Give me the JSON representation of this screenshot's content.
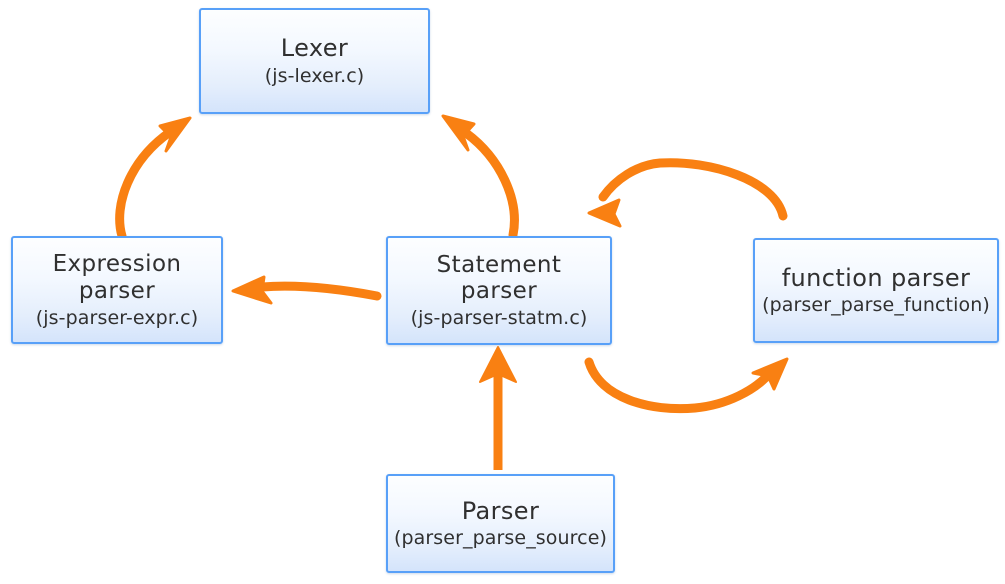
{
  "diagram": {
    "type": "flow-diagram",
    "background_color": "#ffffff",
    "node_border_color": "#58a0f8",
    "node_fill_top_color": "#fdfeff",
    "node_fill_bottom_color": "#d4e4fb",
    "arrow_color": "#f98012",
    "text_color": "#303030",
    "nodes": [
      {
        "id": "lexer",
        "title": "Lexer",
        "subtitle": "(js-lexer.c)"
      },
      {
        "id": "expression_parser",
        "title": "Expression\nparser",
        "subtitle": "(js-parser-expr.c)"
      },
      {
        "id": "statement_parser",
        "title": "Statement\nparser",
        "subtitle": "(js-parser-statm.c)"
      },
      {
        "id": "function_parser",
        "title": "function parser",
        "subtitle": "(parser_parse_function)"
      },
      {
        "id": "parser",
        "title": "Parser",
        "subtitle": "(parser_parse_source)"
      }
    ],
    "edges": [
      {
        "id": "expression-to-lexer",
        "from": "expression_parser",
        "to": "lexer",
        "style": "curved",
        "label": ""
      },
      {
        "id": "statement-to-lexer",
        "from": "statement_parser",
        "to": "lexer",
        "style": "curved",
        "label": ""
      },
      {
        "id": "statement-to-expression",
        "from": "statement_parser",
        "to": "expression_parser",
        "style": "curved",
        "label": ""
      },
      {
        "id": "function-to-statement",
        "from": "function_parser",
        "to": "statement_parser",
        "style": "arc-over",
        "label": ""
      },
      {
        "id": "statement-to-function",
        "from": "statement_parser",
        "to": "function_parser",
        "style": "arc-under",
        "label": ""
      },
      {
        "id": "parser-to-statement",
        "from": "parser",
        "to": "statement_parser",
        "style": "straight",
        "label": ""
      }
    ]
  }
}
